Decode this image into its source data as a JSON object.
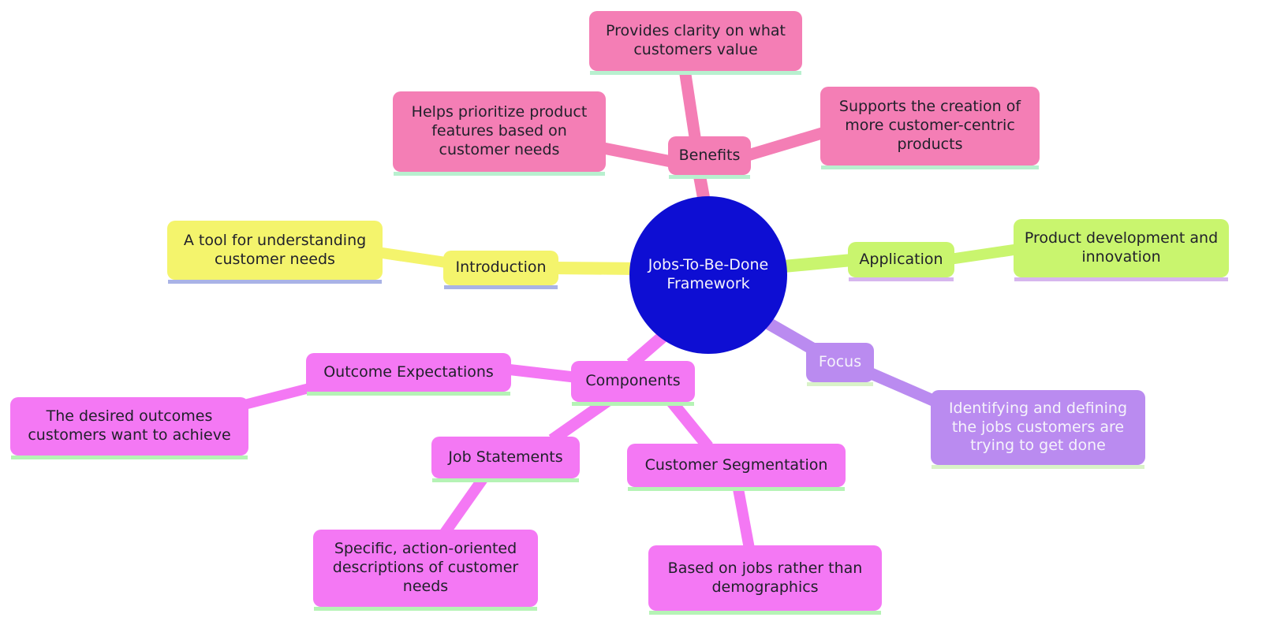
{
  "title": "Jobs-To-Be-Done Framework mindmap",
  "nodes": {
    "root": "Jobs-To-Be-Done Framework",
    "benefits": "Benefits",
    "benefits_leaf_top": "Provides clarity on what customers value",
    "benefits_leaf_left": "Helps prioritize product features based on customer needs",
    "benefits_leaf_right": "Supports the creation of more customer-centric products",
    "introduction": "Introduction",
    "introduction_leaf": "A tool for understanding customer needs",
    "application": "Application",
    "application_leaf": "Product development and innovation",
    "focus": "Focus",
    "focus_leaf": "Identifying and defining the jobs customers are trying to get done",
    "components": "Components",
    "outcome_expectations": "Outcome Expectations",
    "outcome_leaf": "The desired outcomes customers want to achieve",
    "job_statements": "Job Statements",
    "job_statements_leaf": "Specific, action-oriented descriptions of customer needs",
    "customer_segmentation": "Customer Segmentation",
    "customer_segmentation_leaf": "Based on jobs rather than demographics"
  },
  "colors": {
    "background": "#ffffff",
    "root_fill": "#0e0ed3",
    "pink": "#f47eb5",
    "pink_under": "#b8f0cf",
    "yellow": "#f4f46c",
    "yellow_under": "#a9b3e6",
    "lime": "#c9f56e",
    "lime_under": "#d6b6ee",
    "purple": "#ba8bf0",
    "purple_under": "#d9f2c8",
    "magenta": "#f478f4",
    "magenta_under": "#b5f3b5",
    "text_dark": "#21212b",
    "text_light": "#f5f3fb"
  }
}
